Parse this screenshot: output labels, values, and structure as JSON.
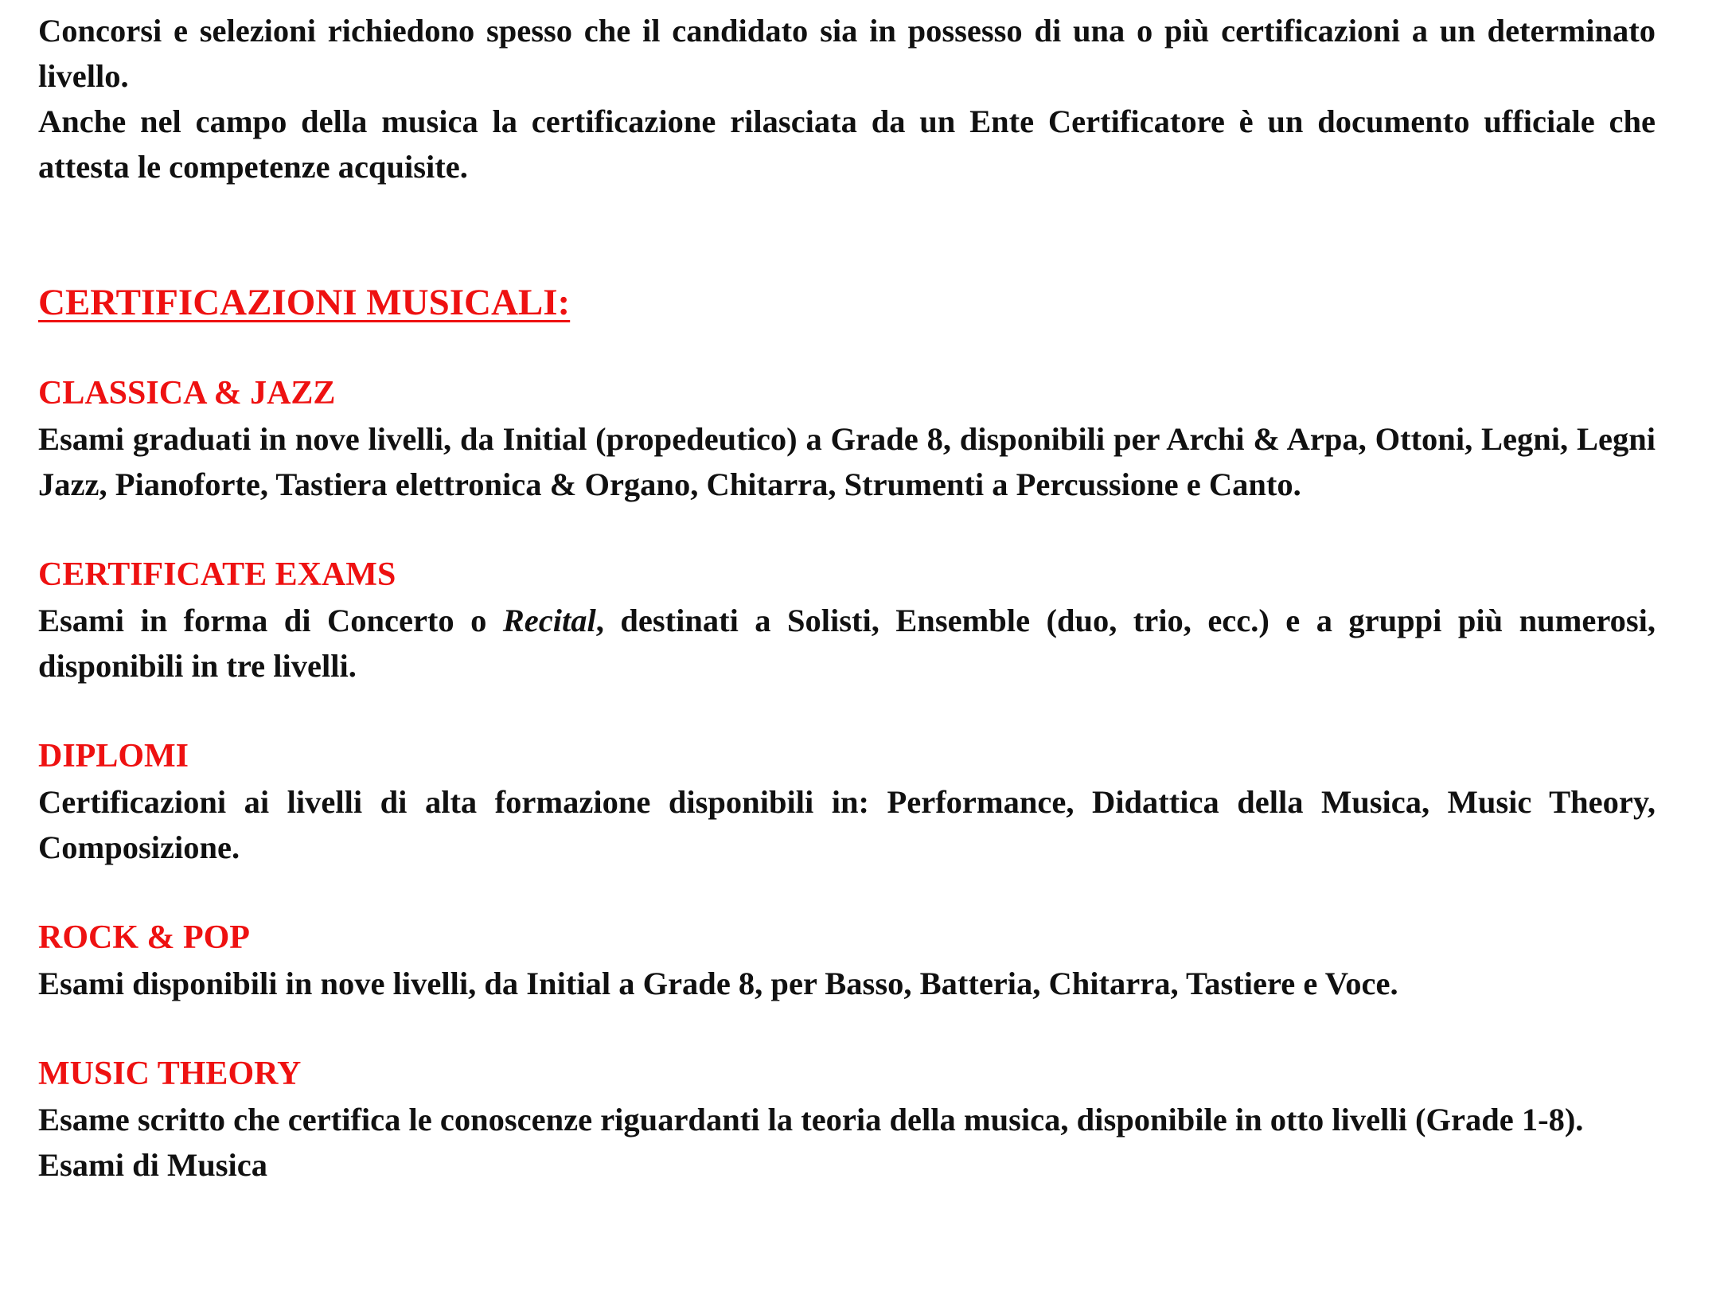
{
  "intro": {
    "paragraph1": "Concorsi e selezioni richiedono spesso che il candidato sia in possesso di una o più certificazioni a un determinato livello.",
    "paragraph2": "Anche nel campo della musica la certificazione rilasciata da un Ente Certificatore è un documento ufficiale che attesta le competenze acquisite."
  },
  "main_heading": "CERTIFICAZIONI MUSICALI:",
  "sections": [
    {
      "title": "CLASSICA & JAZZ",
      "body": "Esami graduati in nove livelli, da Initial (propedeutico) a Grade 8, disponibili per Archi & Arpa, Ottoni, Legni, Legni Jazz, Pianoforte, Tastiera elettronica & Organo, Chitarra, Strumenti a Percussione e Canto."
    },
    {
      "title": "CERTIFICATE EXAMS",
      "body_before": "Esami in forma di Concerto o ",
      "body_italic": "Recital",
      "body_after": ", destinati a Solisti, Ensemble (duo, trio, ecc.) e a gruppi più numerosi, disponibili in tre livelli."
    },
    {
      "title": "DIPLOMI",
      "body": "Certificazioni ai livelli di alta formazione disponibili in: Performance, Didattica della Musica, Music Theory, Composizione."
    },
    {
      "title": "ROCK & POP",
      "body": "Esami disponibili in nove livelli, da Initial a Grade 8, per Basso, Batteria, Chitarra, Tastiere e Voce."
    },
    {
      "title": "MUSIC THEORY",
      "body": "Esame scritto che certifica le conoscenze riguardanti la teoria della musica, disponibile in otto livelli (Grade 1-8).",
      "extra": "Esami di Musica"
    }
  ],
  "colors": {
    "heading": "#ee1111",
    "text": "#111111",
    "background": "#ffffff"
  }
}
